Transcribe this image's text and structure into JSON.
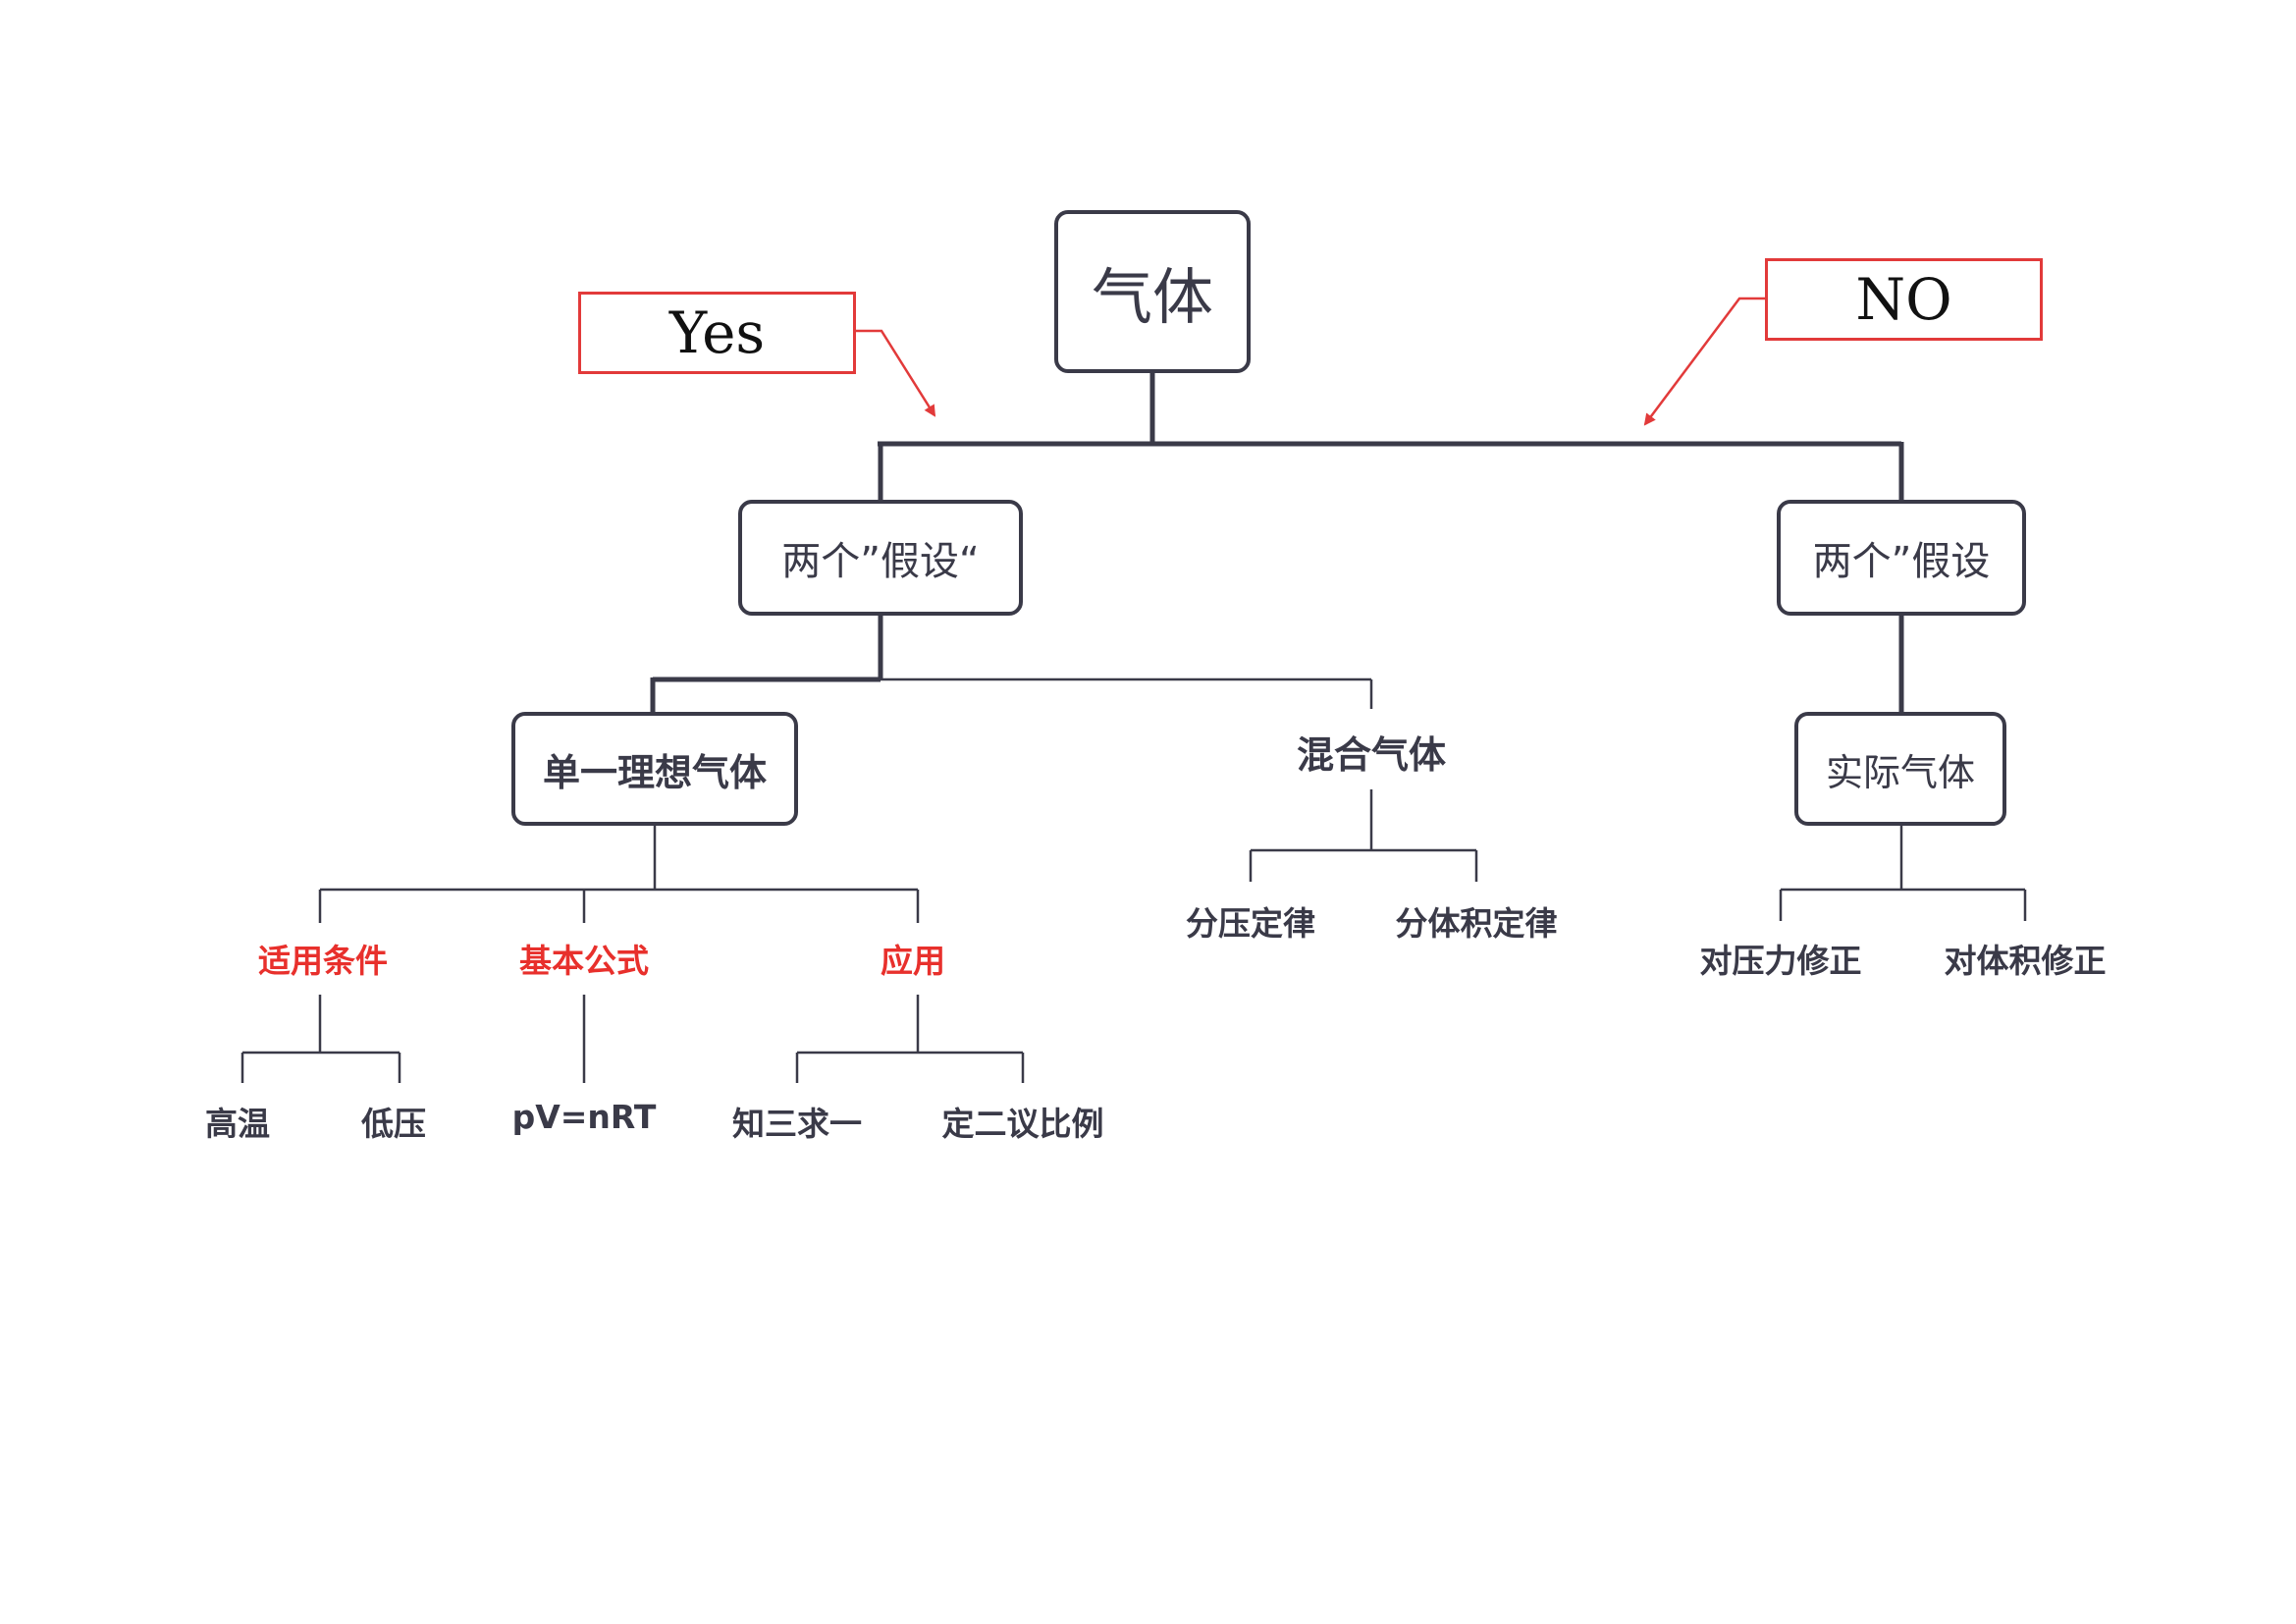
{
  "root": "气体",
  "callouts": {
    "yes": "Yes",
    "no": "NO"
  },
  "assumption_left": "两个”假设“",
  "assumption_right": "两个”假设",
  "ideal_gas": "单一理想气体",
  "mixed_gas": "混合气体",
  "real_gas": "实际气体",
  "ideal_children": {
    "conditions": "适用条件",
    "formula": "基本公式",
    "application": "应用",
    "high_temp": "高温",
    "low_pressure": "低压",
    "equation": "pV=nRT",
    "know_three": "知三求一",
    "fix_two": "定二议比例"
  },
  "mixed_children": {
    "partial_pressure": "分压定律",
    "partial_volume": "分体积定律"
  },
  "real_children": {
    "pressure_fix": "对压力修正",
    "volume_fix": "对体积修正"
  },
  "colors": {
    "line": "#3a3a48",
    "highlight": "#e8302c",
    "callout": "#e23a3a"
  }
}
